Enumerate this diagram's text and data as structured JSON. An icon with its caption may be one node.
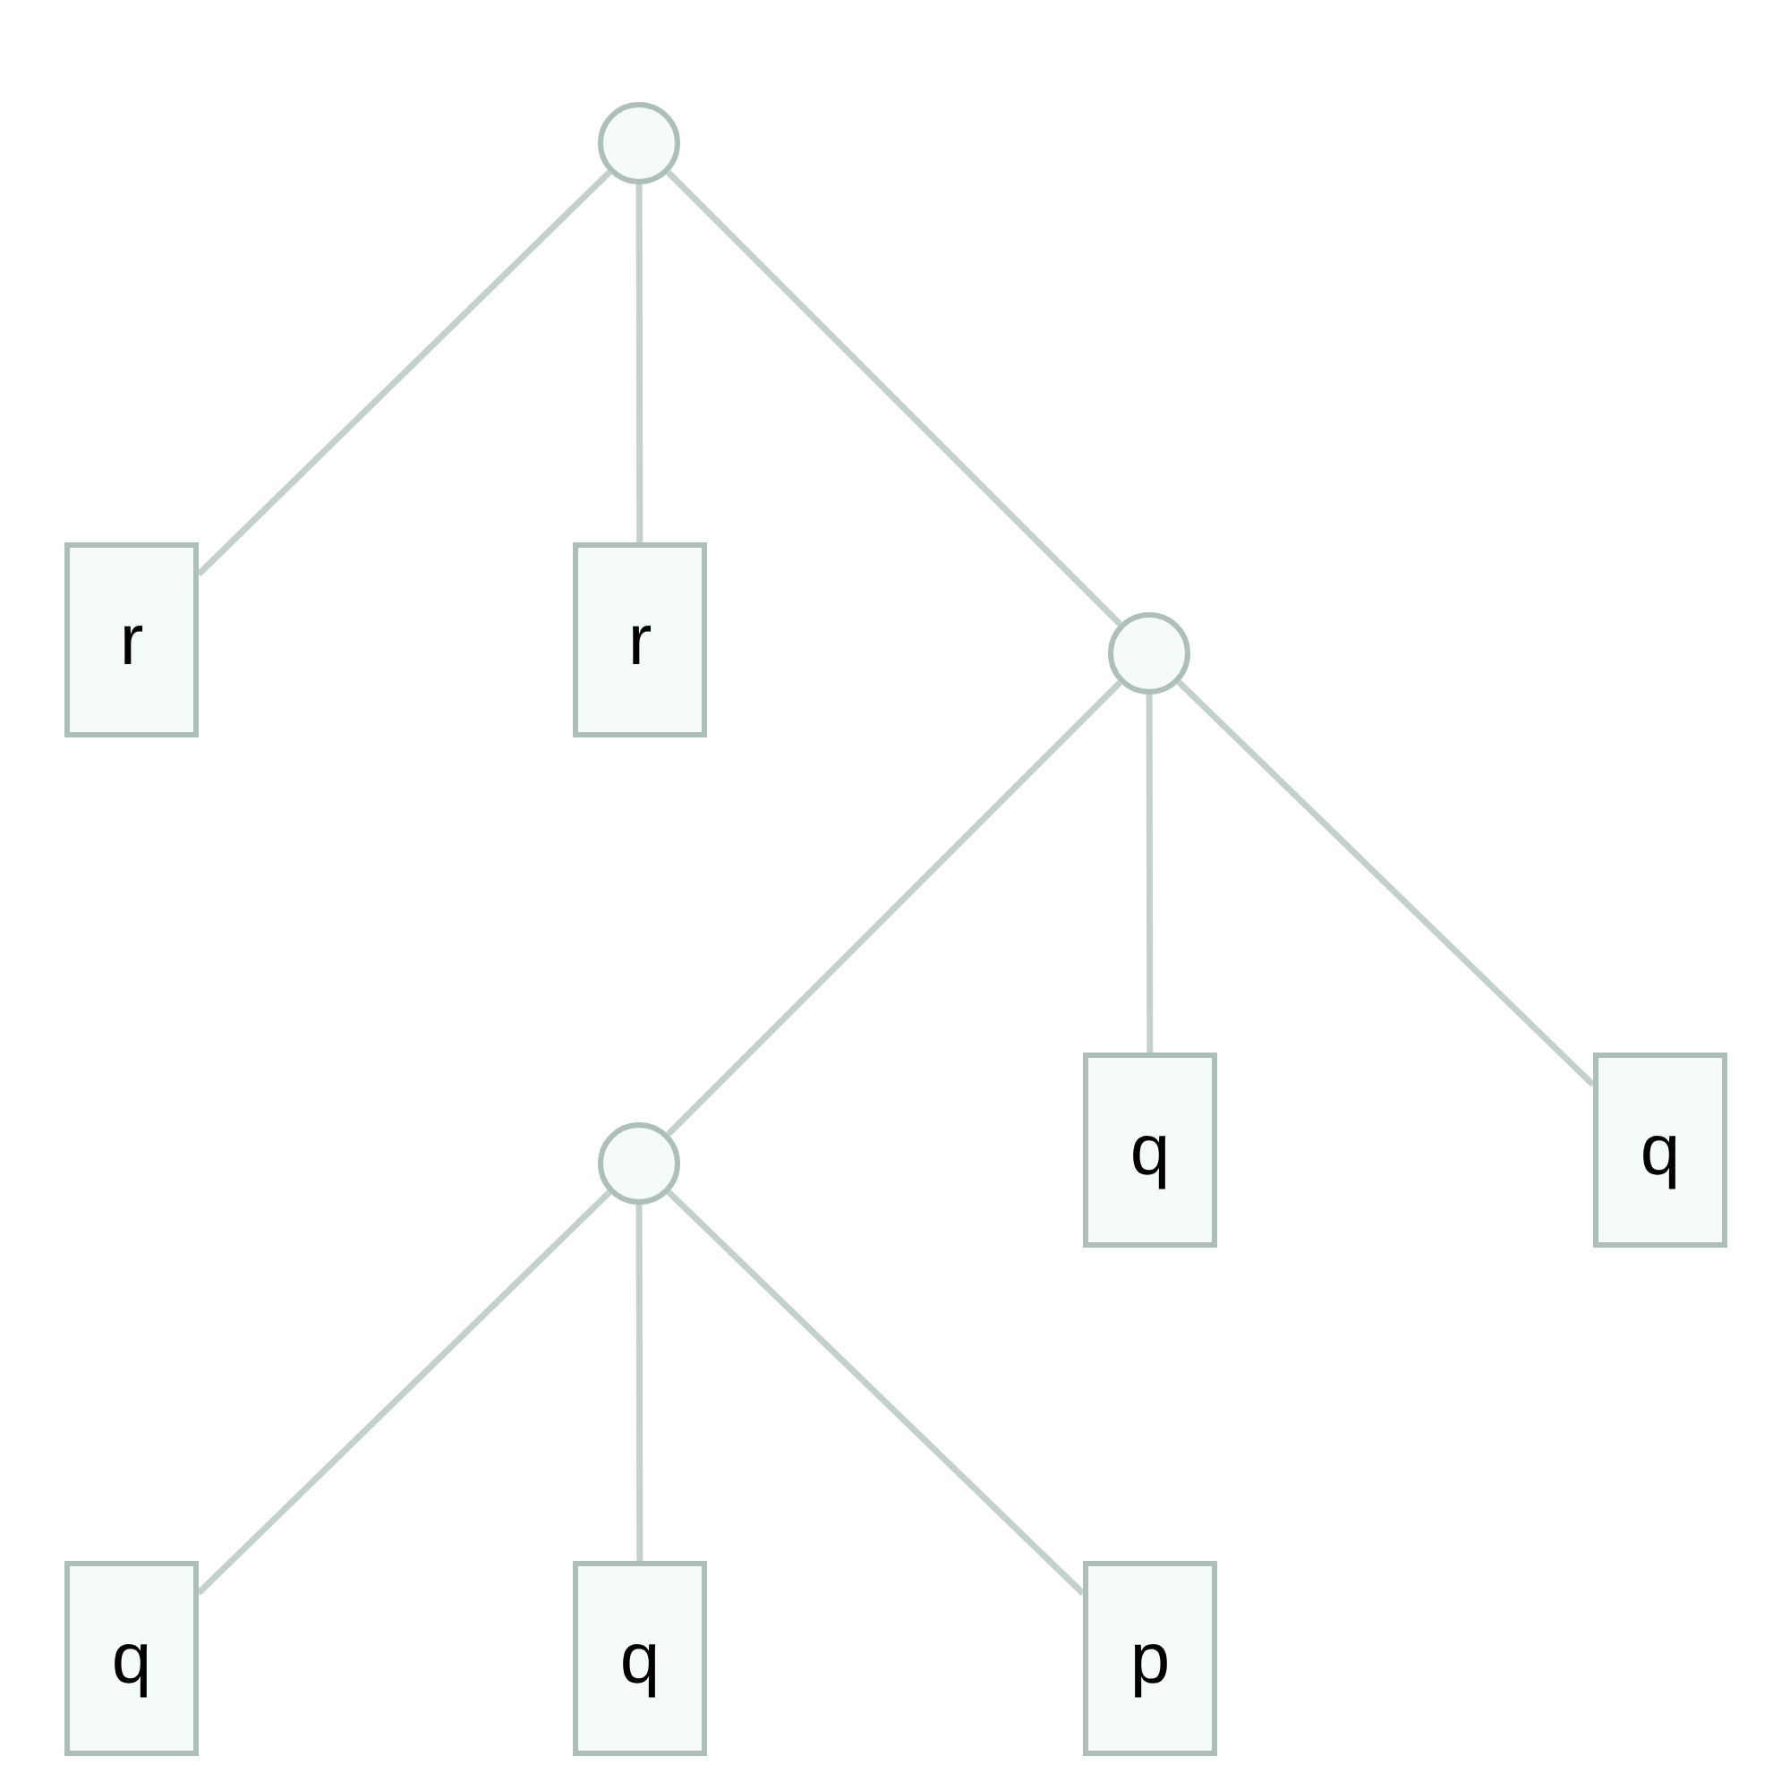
{
  "diagram": {
    "nodes": [
      {
        "text": [],
        "shape": "circle"
      },
      {
        "text": [
          "r"
        ]
      },
      {
        "text": [
          "r"
        ]
      },
      {
        "text": [],
        "shape": "circle"
      },
      {
        "text": [],
        "shape": "circle"
      },
      {
        "text": [
          "q"
        ]
      },
      {
        "text": [
          "q"
        ]
      },
      {
        "text": [
          "q"
        ]
      },
      {
        "text": [
          "q"
        ]
      },
      {
        "text": [
          "p"
        ]
      }
    ],
    "edges": [
      {
        "from": 0,
        "to": 1,
        "arrow": "none"
      },
      {
        "from": 0,
        "to": 2,
        "arrow": "none"
      },
      {
        "from": 0,
        "to": 3,
        "arrow": "none"
      },
      {
        "from": 3,
        "to": 4,
        "arrow": "none"
      },
      {
        "from": 3,
        "to": 5,
        "arrow": "none"
      },
      {
        "from": 3,
        "to": 6,
        "arrow": "none"
      },
      {
        "from": 4,
        "to": 7,
        "arrow": "none"
      },
      {
        "from": 4,
        "to": 8,
        "arrow": "none"
      },
      {
        "from": 4,
        "to": 9,
        "arrow": "none"
      }
    ]
  }
}
